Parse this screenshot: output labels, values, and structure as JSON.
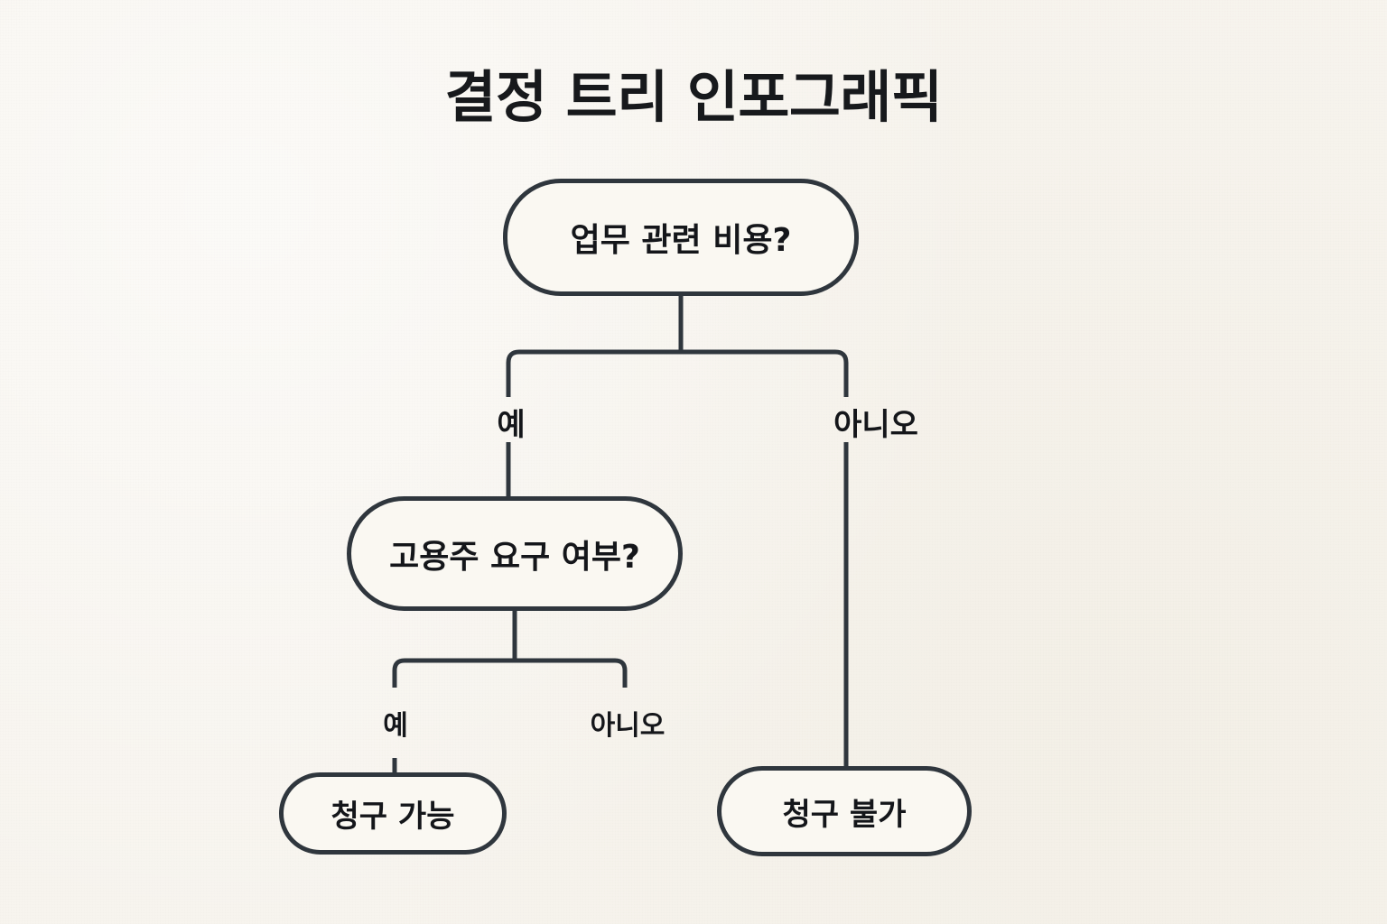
{
  "page": {
    "title": "결정 트리 인포그래픽",
    "background_color": "#f7f4ee",
    "line_color": "#2f363d",
    "text_color": "#14161a",
    "node_fill_color": "#faf8f2"
  },
  "tree": {
    "nodes": [
      {
        "id": "root",
        "label": "업무 관련 비용?",
        "type": "decision"
      },
      {
        "id": "employer",
        "label": "고용주 요구 여부?",
        "type": "decision"
      },
      {
        "id": "claimable",
        "label": "청구 가능",
        "type": "leaf"
      },
      {
        "id": "not_claimable",
        "label": "청구 불가",
        "type": "leaf"
      }
    ],
    "edges": [
      {
        "from": "root",
        "to": "employer",
        "label": "예"
      },
      {
        "from": "root",
        "to": "not_claimable",
        "label": "아니오"
      },
      {
        "from": "employer",
        "to": "claimable",
        "label": "예"
      },
      {
        "from": "employer",
        "to": "not_claimable",
        "label": "아니오"
      }
    ]
  }
}
